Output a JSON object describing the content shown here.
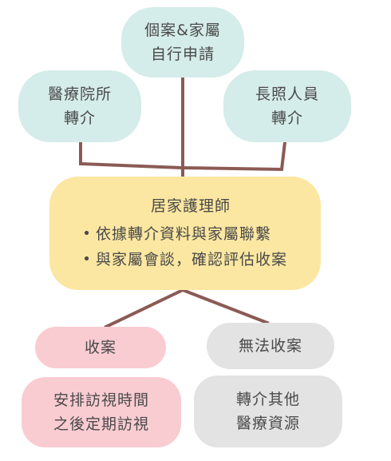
{
  "colors": {
    "connector": "#8b5a55",
    "teal_fill": "#d4ecea",
    "yellow_fill": "#fbe7a1",
    "pink_fill": "#f9ccd1",
    "gray_fill": "#e3e3e3",
    "text": "#4a4a4a"
  },
  "nodes": {
    "self_apply": {
      "line1": "個案&家屬",
      "line2": "自行申請"
    },
    "hospital_referral": {
      "line1": "醫療院所",
      "line2": "轉介"
    },
    "ltc_referral": {
      "line1": "長照人員",
      "line2": "轉介"
    },
    "home_nurse": {
      "title": "居家護理師",
      "bullets": [
        "依據轉介資料與家屬聯繫",
        "與家屬會談，確認評估收案"
      ]
    },
    "accept": {
      "label": "收案"
    },
    "reject": {
      "label": "無法收案"
    },
    "accept_detail": {
      "line1": "安排訪視時間",
      "line2": "之後定期訪視"
    },
    "reject_detail": {
      "line1": "轉介其他",
      "line2": "醫療資源"
    }
  }
}
